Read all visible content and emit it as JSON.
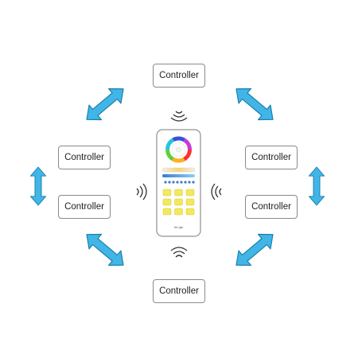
{
  "controllers": {
    "top": "Controller",
    "left_upper": "Controller",
    "left_lower": "Controller",
    "right_upper": "Controller",
    "right_lower": "Controller",
    "bottom": "Controller"
  },
  "remote": {
    "brand": "Mi·Light",
    "color_wheel_icon": "rgb-color-wheel",
    "buttons_rows": 3,
    "buttons_cols": 3
  },
  "colors": {
    "arrow_fill": "#41b6e6",
    "arrow_stroke": "#1a80ad",
    "remote_button": "#f3e95a",
    "border": "#8a8a8a"
  },
  "icons": {
    "link": "bidirectional-arrow",
    "signal": "wireless-signal"
  }
}
